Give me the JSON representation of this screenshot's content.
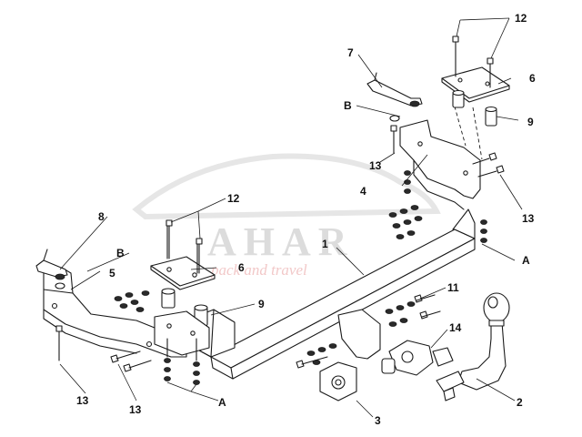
{
  "watermark": {
    "brand": "AHAR",
    "subtitle": "pack and travel",
    "accent_color": "#e8a0a0"
  },
  "callouts": {
    "c1": "1",
    "c2": "2",
    "c3": "3",
    "c4": "4",
    "c5": "5",
    "c6a": "6",
    "c6b": "6",
    "c7": "7",
    "c8": "8",
    "c9a": "9",
    "c9b": "9",
    "c11": "11",
    "c12a": "12",
    "c12b": "12",
    "c13a": "13",
    "c13b": "13",
    "c13c": "13",
    "c13d": "13",
    "c14": "14",
    "cAa": "A",
    "cAb": "A",
    "cBa": "B",
    "cBb": "B"
  }
}
